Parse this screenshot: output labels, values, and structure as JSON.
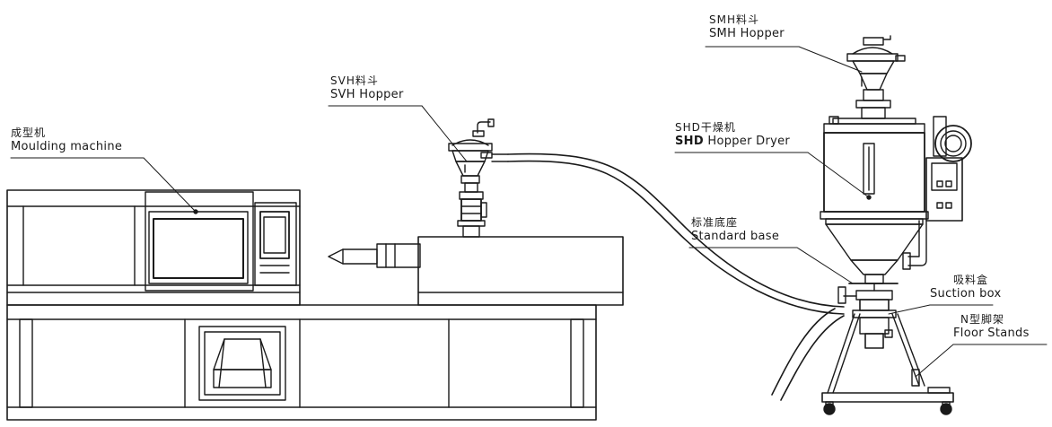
{
  "labels": {
    "moulding_machine": {
      "cn": "成型机",
      "en": "Moulding machine"
    },
    "svh_hopper": {
      "cn": "SVH料斗",
      "en": "SVH Hopper"
    },
    "smh_hopper": {
      "cn": "SMH料斗",
      "en": "SMH Hopper"
    },
    "shd_dryer": {
      "cn": "SHD干燥机",
      "en_bold": "SHD",
      "en_rest": " Hopper Dryer"
    },
    "standard_base": {
      "cn": "标准底座",
      "en": "Standard base"
    },
    "suction_box": {
      "cn": "吸料盒",
      "en": "Suction box"
    },
    "floor_stands": {
      "cn": "N型脚架",
      "en": "Floor Stands"
    }
  },
  "colors": {
    "line": "#1a1a1a",
    "background": "#ffffff"
  }
}
